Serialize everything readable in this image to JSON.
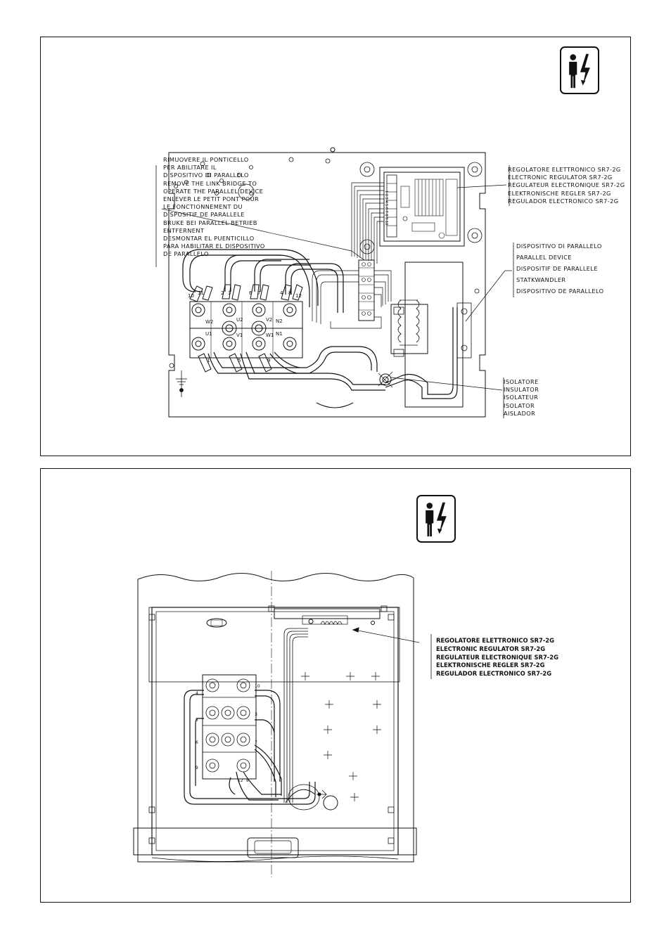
{
  "top_panel": {
    "icon": "electrical-hazard-icon",
    "link_bridge_note": [
      "RIMUOVERE IL PONTICELLO",
      "PER ABILITARE IL",
      "DISPOSITIVO DI PARALLELO",
      "REMOVE THE LINK BRIDGE TO",
      "OPERATE THE PARALLEL DEVICE",
      "ENLEVER LE PETIT PONT POUR",
      "LE FONCTIONNEMENT DU",
      "DISPOSITIF DE PARALLELE",
      "BRUKE BEI PARALLEL BETRIEB",
      "ENTFERNENT",
      "DESMONTAR EL PUENTICILLO",
      "PARA HABILITAR EL DISPOSITIVO",
      "DE PARALLELO"
    ],
    "regulator_labels": [
      "REGOLATORE ELETTRONICO SR7-2G",
      "ELECTRONIC REGULATOR SR7-2G",
      "REGULATEUR ELECTRONIQUE SR7-2G",
      "ELEKTRONISCHE REGLER SR7-2G",
      "REGULADOR ELECTRONICO SR7-2G"
    ],
    "parallel_device_labels": [
      "DISPOSITIVO DI PARALLELO",
      "PARALLEL DEVICE",
      "DISPOSITIF DE PARALLELE",
      "STATKWANDLER",
      "DISPOSITIVO DE PARALLELO"
    ],
    "insulator_labels": [
      "ISOLATORE",
      "INSULATOR",
      "ISOLATEUR",
      "ISOLATOR",
      "AISLADOR"
    ],
    "terminals": {
      "upper_numbers": [
        "10",
        "11",
        "2",
        "3",
        "6",
        "7",
        "4",
        "8",
        "12"
      ],
      "phase_labels": [
        "W2",
        "U2",
        "V2",
        "N2",
        "U1",
        "V1",
        "W1",
        "N1"
      ],
      "lower_numbers": [
        "1",
        "5",
        "9"
      ],
      "strip_label": "1 2 3 4 5 6 7 8 9 10"
    }
  },
  "bottom_panel": {
    "icon": "electrical-hazard-icon",
    "regulator_labels": [
      "REGOLATORE ELETTRONICO SR7-2G",
      "ELECTRONIC REGULATOR SR7-2G",
      "REGULATEUR ELECTRONIQUE SR7-2G",
      "ELEKTRONISCHE REGLER SR7-2G",
      "REGULADOR ELECTRONICO SR7-2G"
    ],
    "terminal_numbers": [
      "4",
      "10",
      "5",
      "3",
      "6",
      "7",
      "9",
      "12",
      "8"
    ]
  }
}
